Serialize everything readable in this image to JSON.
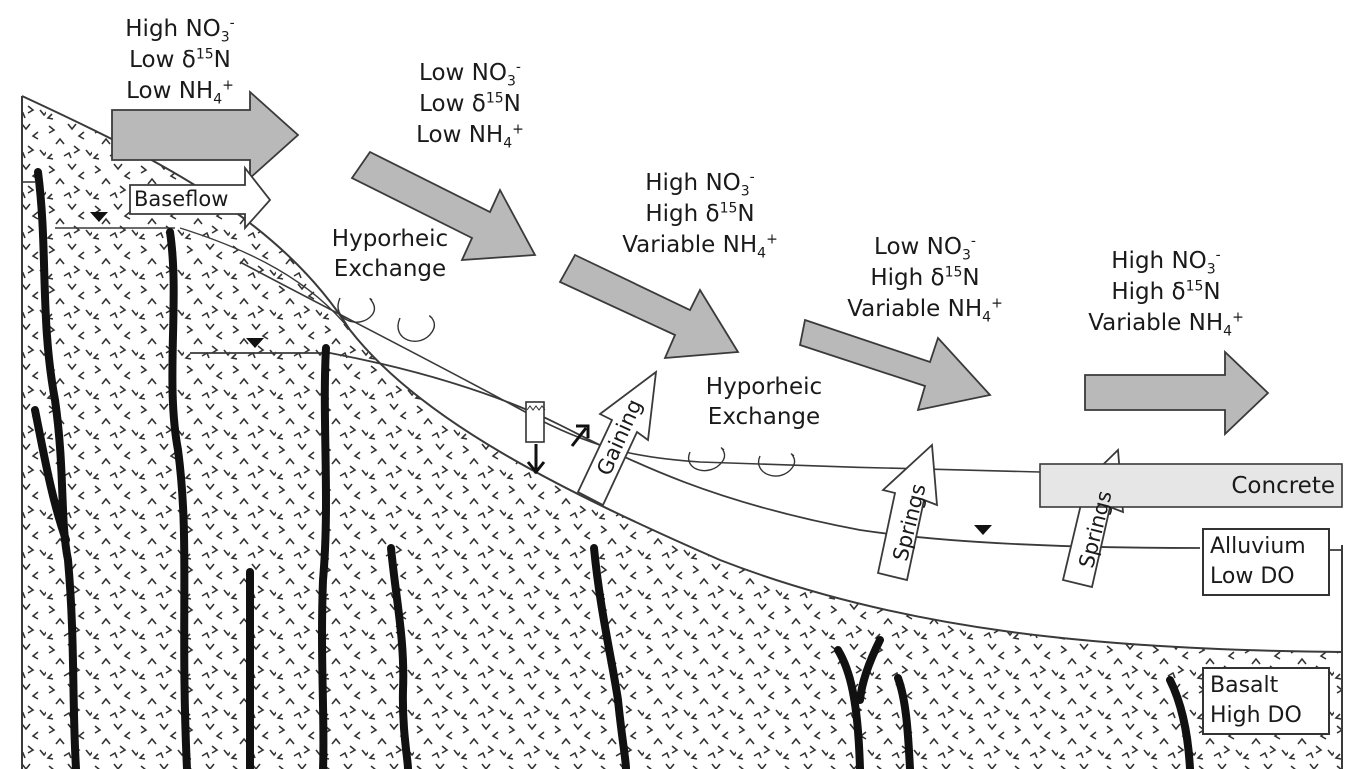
{
  "chemistry_labels": [
    {
      "no3": "High NO",
      "d15n": "Low δ",
      "nh4": "Low NH"
    },
    {
      "no3": "Low NO",
      "d15n": "Low δ",
      "nh4": "Low NH"
    },
    {
      "no3": "High NO",
      "d15n": "High δ",
      "nh4": "Variable NH"
    },
    {
      "no3": "Low NO",
      "d15n": "High δ",
      "nh4": "Variable NH"
    },
    {
      "no3": "High NO",
      "d15n": "High δ",
      "nh4": "Variable NH"
    }
  ],
  "chem": {
    "no3_sub": "3",
    "no3_sup": "-",
    "d15n_sup": "15",
    "d15n_tail": "N",
    "nh4_sub": "4",
    "nh4_sup": "+"
  },
  "process_labels": {
    "baseflow": "Baseflow",
    "hyporheic_line1": "Hyporheic",
    "hyporheic_line2": "Exchange",
    "gaining": "Gaining",
    "springs": "Springs"
  },
  "layers": {
    "concrete": "Concrete",
    "alluvium_line1": "Alluvium",
    "alluvium_line2": "Low DO",
    "basalt_line1": "Basalt",
    "basalt_line2": "High DO"
  },
  "colors": {
    "arrow_fill": "#b9b9b9",
    "outline": "#3a3a3a",
    "dike": "#111111",
    "concrete_fill": "#e6e6e6"
  }
}
